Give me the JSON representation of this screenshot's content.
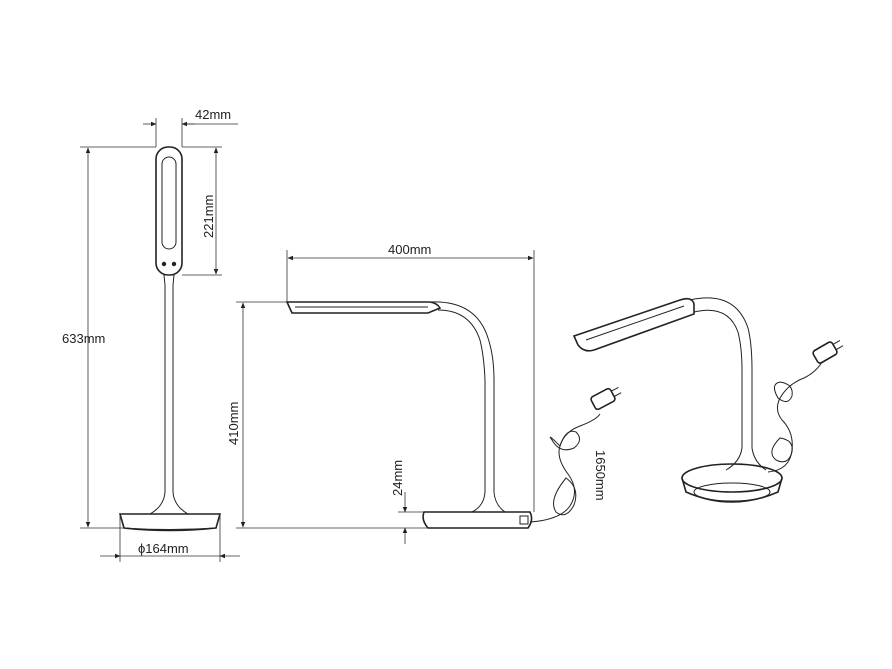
{
  "dimensions": {
    "head_width": "42mm",
    "head_length": "221mm",
    "total_height": "633mm",
    "base_diameter": "ϕ164mm",
    "arm_reach": "400mm",
    "side_height": "410mm",
    "base_height": "24mm",
    "cable_length": "1650mm"
  },
  "colors": {
    "line": "#222222",
    "background": "#ffffff"
  }
}
